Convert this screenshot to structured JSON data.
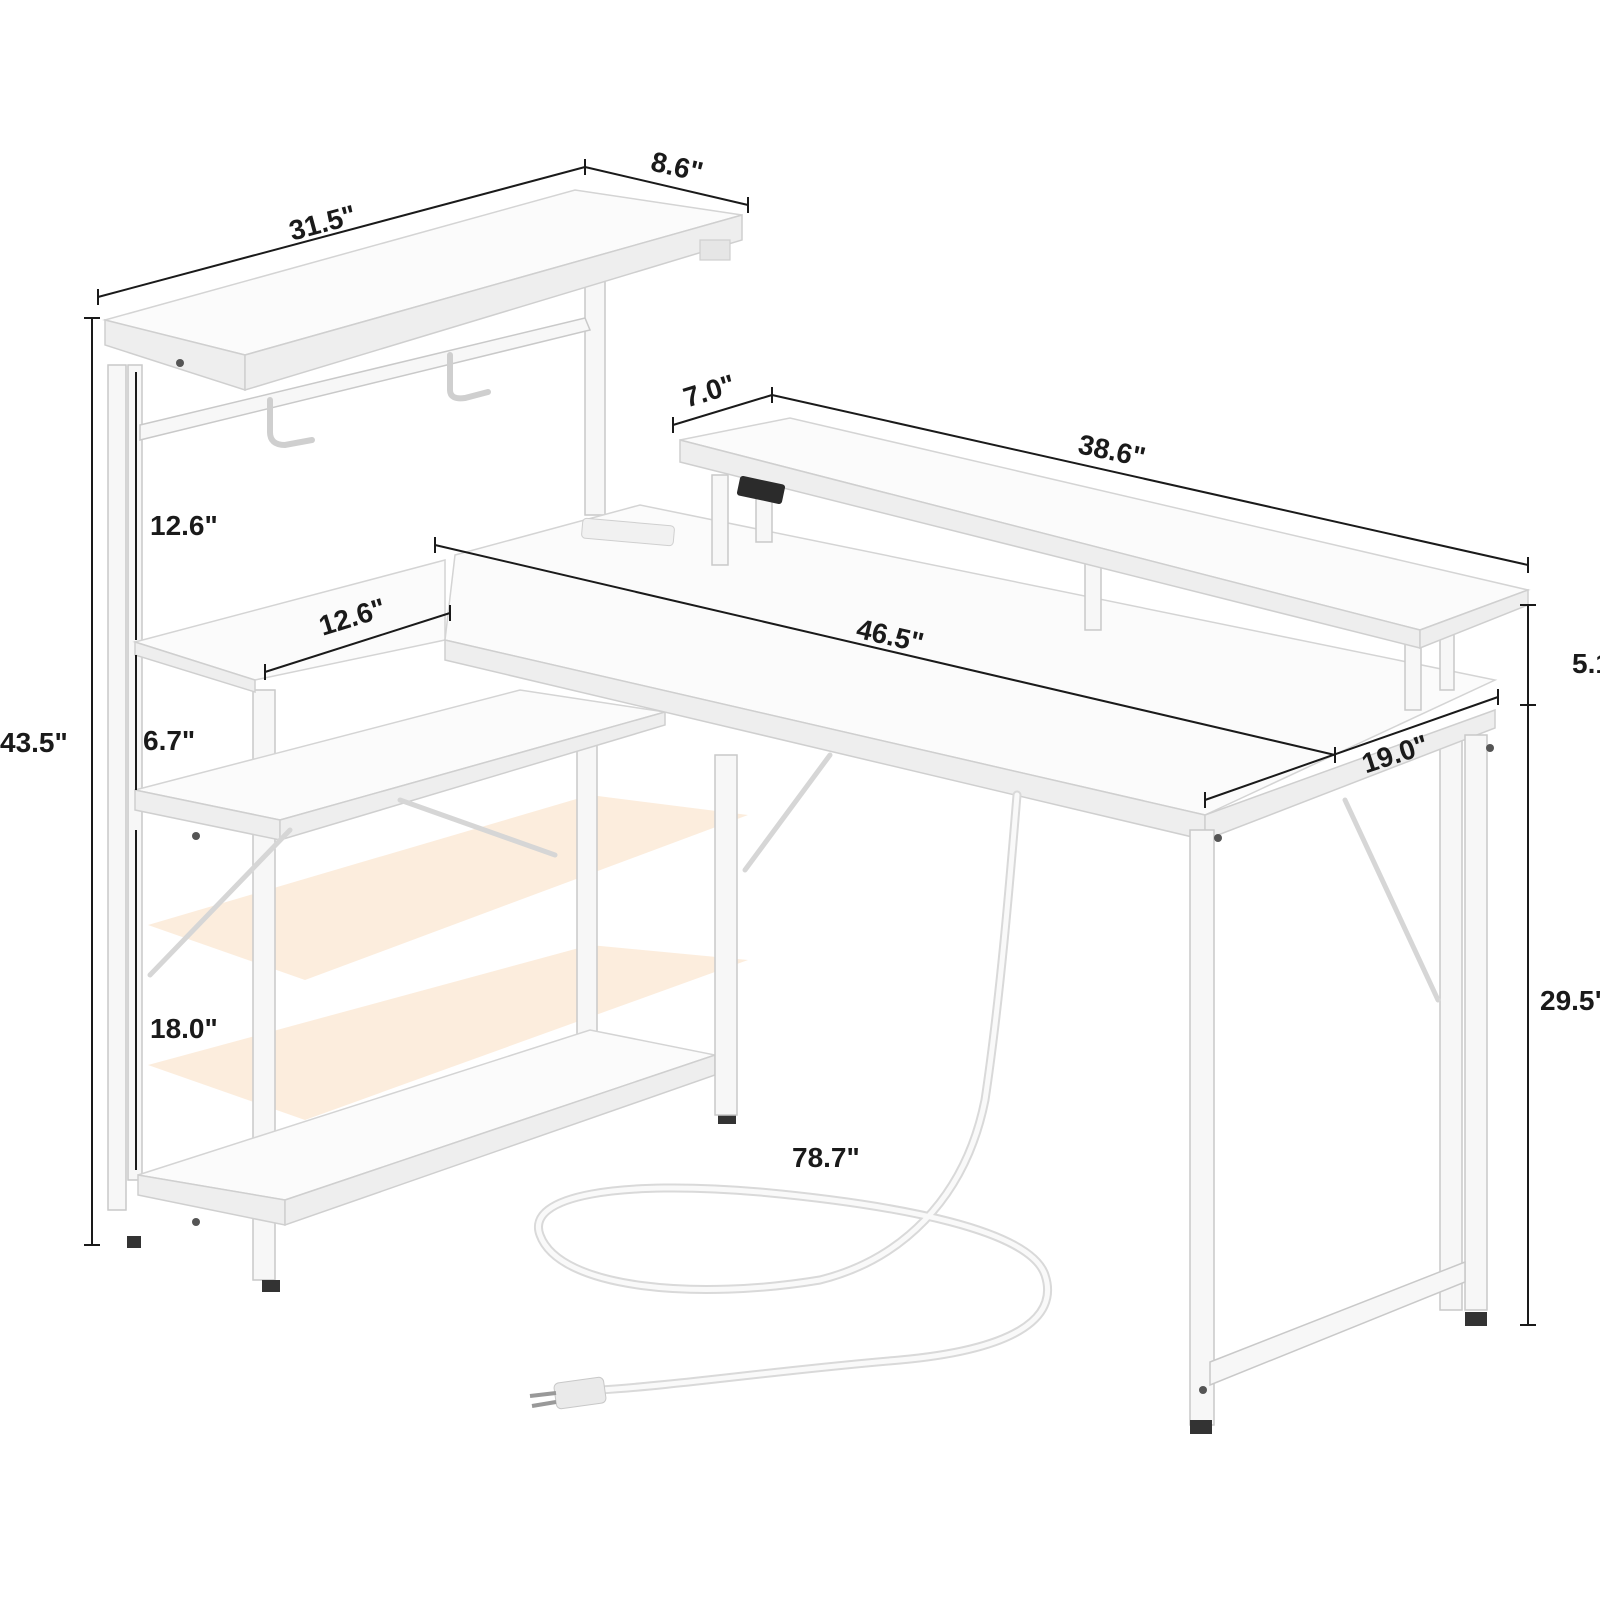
{
  "dimensions": {
    "hutch_width": "31.5\"",
    "hutch_depth": "8.6\"",
    "riser_depth": "7.0\"",
    "riser_width": "38.6\"",
    "hutch_clearance": "12.6\"",
    "side_desk_width": "12.6\"",
    "main_desk_length": "46.5\"",
    "riser_height": "5.1\"",
    "overall_height": "43.5\"",
    "desk_depth": "19.0\"",
    "shelf_spacing": "6.7\"",
    "lower_shelf_height": "18.0\"",
    "desk_height": "29.5\"",
    "cord_length": "78.7\""
  }
}
